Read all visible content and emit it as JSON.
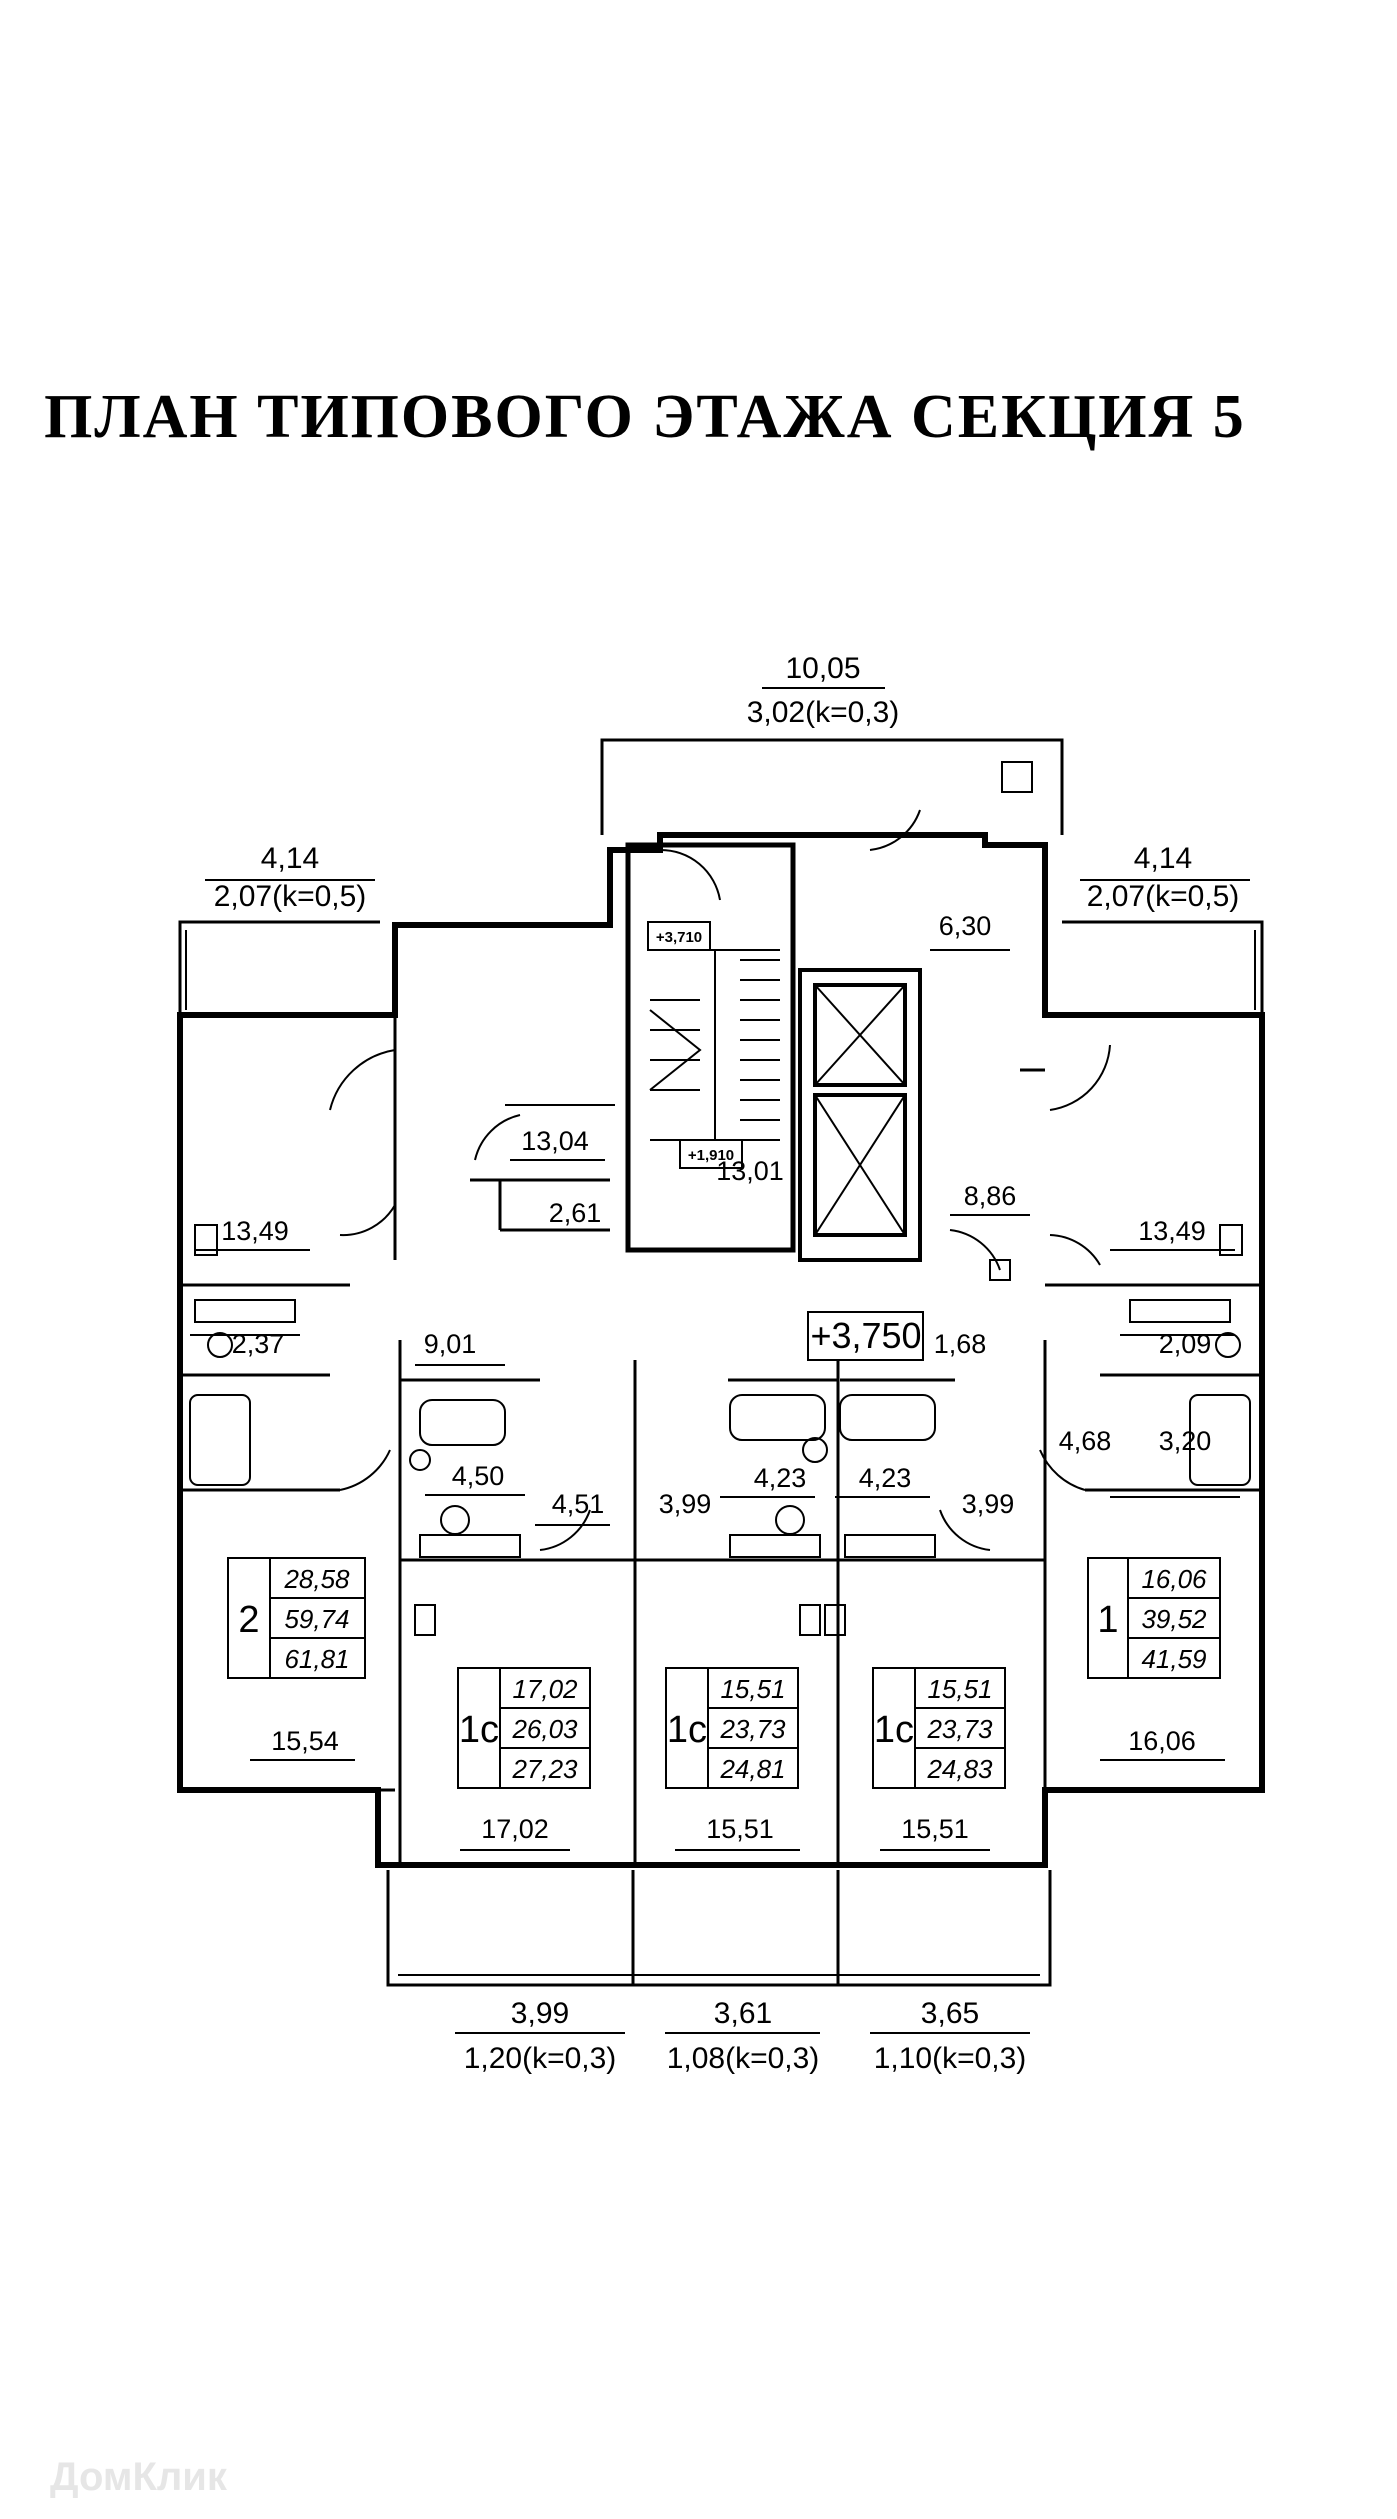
{
  "title": "ПЛАН ТИПОВОГО ЭТАЖА СЕКЦИЯ 5",
  "balconies": {
    "top": {
      "area": "10,05",
      "reduced": "3,02(k=0,3)"
    },
    "top_left": {
      "area": "4,14",
      "reduced": "2,07(k=0,5)"
    },
    "top_right": {
      "area": "4,14",
      "reduced": "2,07(k=0,5)"
    },
    "bottom_1": {
      "area": "3,99",
      "reduced": "1,20(k=0,3)"
    },
    "bottom_2": {
      "area": "3,61",
      "reduced": "1,08(k=0,3)"
    },
    "bottom_3": {
      "area": "3,65",
      "reduced": "1,10(k=0,3)"
    }
  },
  "rooms": {
    "stair": "13,01",
    "room_13_04": "13,04",
    "room_2_61": "2,61",
    "lift_hall": "8,86",
    "corridor_6_30": "6,30",
    "left_room": "13,49",
    "right_room": "13,49",
    "left_bath": "2,37",
    "right_bath": "2,09",
    "hall_9_01": "9,01",
    "hall_1_68": "1,68",
    "bath_4_50": "4,50",
    "hall_4_51": "4,51",
    "hall_3_99_a": "3,99",
    "bath_4_23_a": "4,23",
    "bath_4_23_b": "4,23",
    "hall_3_99_b": "3,99",
    "hall_4_68": "4,68",
    "bath_3_20": "3,20",
    "living_15_54": "15,54",
    "living_17_02": "17,02",
    "living_15_51_a": "15,51",
    "living_15_51_b": "15,51",
    "living_16_06": "16,06"
  },
  "elevations": {
    "landing_top": "+3,710",
    "landing_bottom": "+1,910",
    "floor": "+3,750"
  },
  "apartments": [
    {
      "type": "2",
      "living": "28,58",
      "total": "59,74",
      "total_balcony": "61,81"
    },
    {
      "type": "1с",
      "living": "17,02",
      "total": "26,03",
      "total_balcony": "27,23"
    },
    {
      "type": "1с",
      "living": "15,51",
      "total": "23,73",
      "total_balcony": "24,81"
    },
    {
      "type": "1с",
      "living": "15,51",
      "total": "23,73",
      "total_balcony": "24,83"
    },
    {
      "type": "1",
      "living": "16,06",
      "total": "39,52",
      "total_balcony": "41,59"
    }
  ],
  "watermark": "ДомКлик"
}
